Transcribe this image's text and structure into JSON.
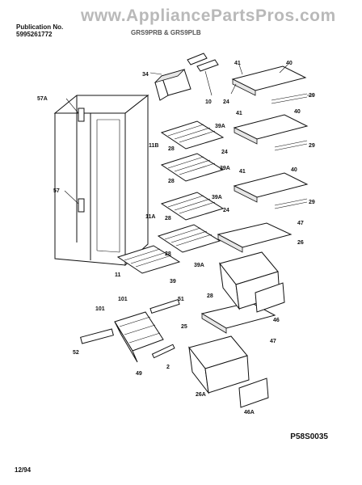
{
  "header": {
    "publication_label": "Publication No.",
    "publication_number": "5995261772",
    "model": "GRS9PRB & GRS9PLB"
  },
  "watermark": "www.AppliancePartsPros.com",
  "figure_code": "P58S0035",
  "date": "12/94",
  "callouts": [
    "57A",
    "57",
    "34",
    "10",
    "41",
    "40",
    "24",
    "29",
    "11B",
    "28",
    "39A",
    "11A",
    "47",
    "26",
    "11",
    "39",
    "101",
    "51",
    "52",
    "49",
    "2",
    "25",
    "46",
    "26A",
    "46A"
  ]
}
